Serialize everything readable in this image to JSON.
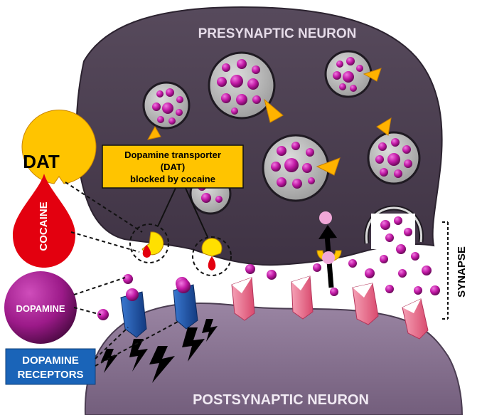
{
  "labels": {
    "presynaptic": "PRESYNAPTIC NEURON",
    "postsynaptic": "POSTSYNAPTIC NEURON",
    "synapse": "SYNAPSE",
    "callout_line1": "Dopamine transporter",
    "callout_line2": "(DAT)",
    "callout_line3": "blocked by cocaine"
  },
  "legend": {
    "dat": "DAT",
    "cocaine": "COCAINE",
    "dopamine": "DOPAMINE",
    "receptors_line1": "DOPAMINE",
    "receptors_line2": "RECEPTORS"
  },
  "colors": {
    "presynaptic_fill": "#4a3c4f",
    "postsynaptic_fill": "#86708f",
    "vesicle_fill": "#b9b9b9",
    "dopamine": "#c21aa6",
    "dat_yellow": "#ffc400",
    "cocaine_red": "#e3000f",
    "receptor_blue": "#1d4fa3",
    "receptor_pink": "#ef6f8f",
    "callout_bg": "#ffc400",
    "legend_blue": "#1a64b8"
  }
}
